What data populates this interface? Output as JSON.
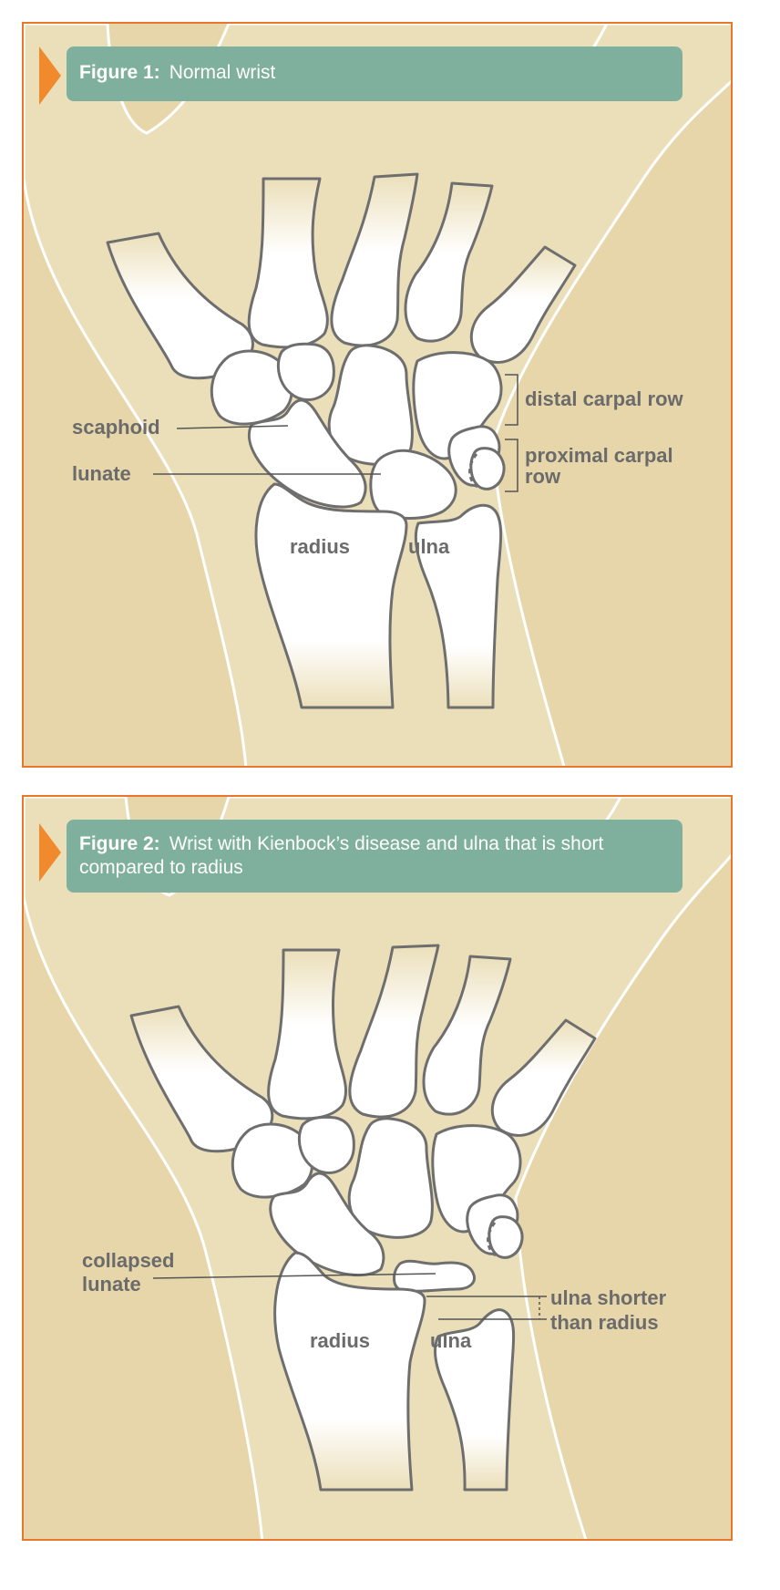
{
  "figures": [
    {
      "number": "Figure 1:",
      "caption": "Normal wrist",
      "labels": {
        "scaphoid": "scaphoid",
        "lunate": "lunate",
        "distal_carpal_row": "distal carpal row",
        "proximal_carpal_row_line1": "proximal carpal",
        "proximal_carpal_row_line2": "row",
        "radius": "radius",
        "ulna": "ulna"
      }
    },
    {
      "number": "Figure 2:",
      "caption": "Wrist with Kienbock’s disease and ulna that is short compared to radius",
      "labels": {
        "collapsed_lunate_line1": "collapsed",
        "collapsed_lunate_line2": "lunate",
        "ulna_shorter_line1": "ulna shorter",
        "ulna_shorter_line2": "than radius",
        "radius": "radius",
        "ulna": "ulna"
      }
    }
  ],
  "colors": {
    "border": "#e8762d",
    "arrow": "#f08a2c",
    "header_bg": "#7fb09e",
    "skin_dark": "#e6d6aa",
    "skin_light": "#ebdfba",
    "bone_outline": "#6e6e6e",
    "label_text": "#6b6b6b"
  }
}
